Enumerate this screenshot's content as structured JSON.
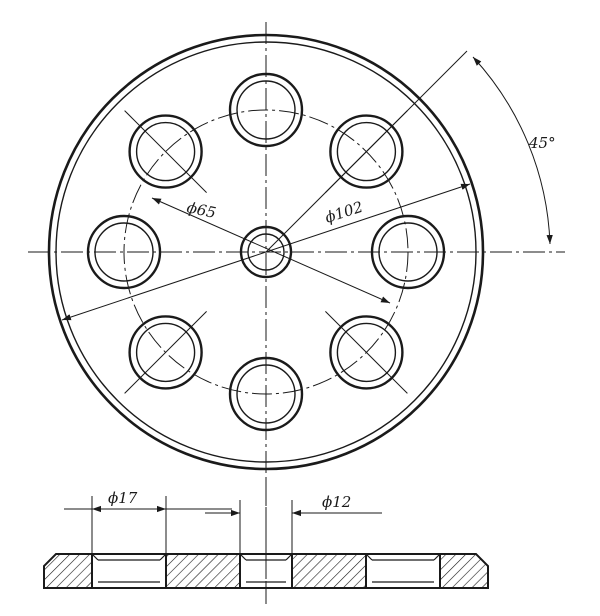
{
  "colors": {
    "ink": "#1a1a1a",
    "paper": "#ffffff"
  },
  "dimensions": {
    "angle": "45°",
    "bolt_circle": "ϕ65",
    "outer": "ϕ102",
    "hole": "ϕ17",
    "center_hole": "ϕ12"
  },
  "holes": {
    "count": 8,
    "pitch_deg": 45
  }
}
